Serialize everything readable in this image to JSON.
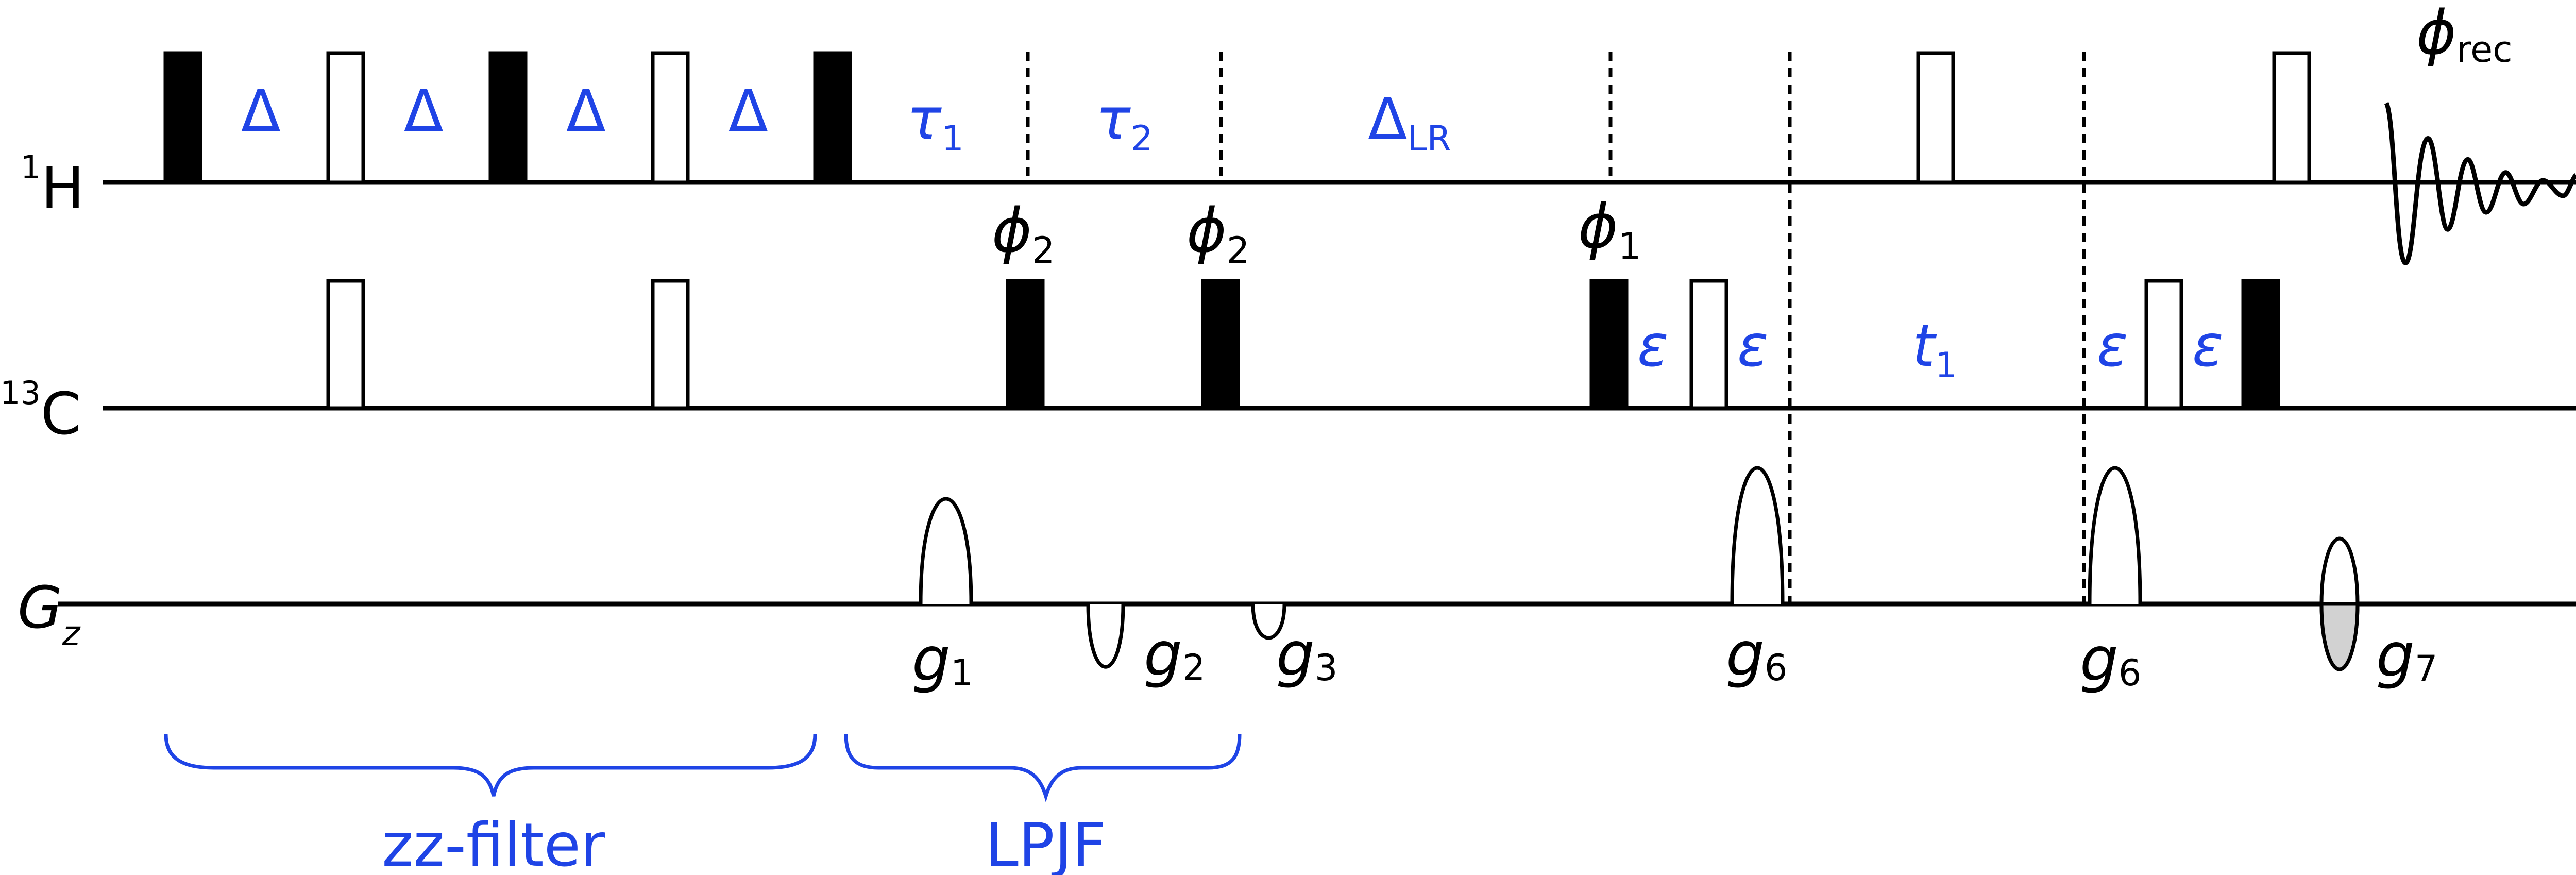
{
  "channels": {
    "h_sup": "1",
    "h": "H",
    "c_sup": "13",
    "c": "C",
    "g": "G",
    "g_sub": "z"
  },
  "delays": {
    "delta": "Δ",
    "tau": "τ",
    "tau1_sub": "1",
    "tau2_sub": "2",
    "delta_lr_sub": "LR",
    "epsilon": "ε",
    "t1": "t",
    "t1_sub": "1"
  },
  "phases": {
    "phi": "ϕ",
    "phi1_sub": "1",
    "phi2_sub": "2",
    "phi_rec_sub": "rec"
  },
  "gradients": {
    "g": "g",
    "g1_sub": "1",
    "g2_sub": "2",
    "g3_sub": "3",
    "g6_sub": "6",
    "g7_sub": "7"
  },
  "blocks": {
    "zz_filter": "zz-filter",
    "lpjf": "LPJF"
  },
  "colors": {
    "annotation_blue": "#1f44e6",
    "line_black": "#000000",
    "gradient_gray": "#d2d2d2"
  }
}
